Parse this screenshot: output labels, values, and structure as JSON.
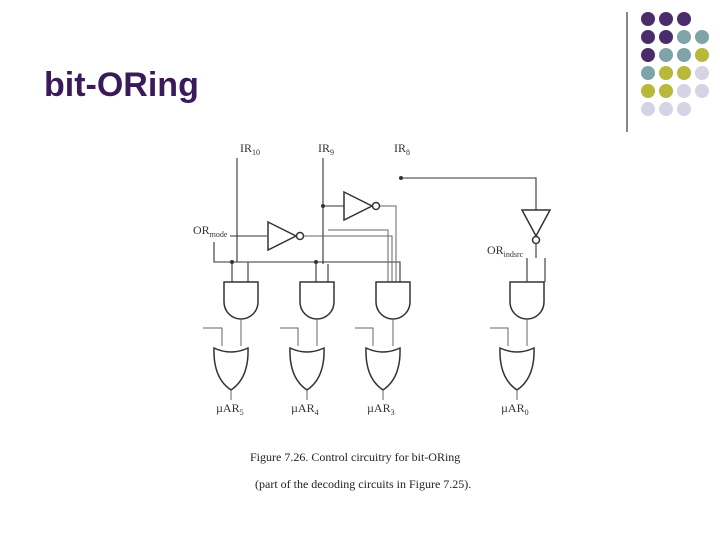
{
  "slide": {
    "title": "bit-ORing"
  },
  "decor": {
    "colors": {
      "purple": "#4b2c6b",
      "teal": "#7fa3a6",
      "olive": "#b8b83a",
      "lavender": "#d6d3e6"
    },
    "grid": [
      [
        "purple",
        "purple",
        "purple"
      ],
      [
        "purple",
        "purple",
        "teal",
        "teal"
      ],
      [
        "purple",
        "teal",
        "teal",
        "olive"
      ],
      [
        "teal",
        "olive",
        "olive",
        "lavender"
      ],
      [
        "olive",
        "olive",
        "lavender",
        "lavender"
      ],
      [
        "lavender",
        "lavender",
        "lavender"
      ]
    ]
  },
  "figure": {
    "inputs": {
      "ir10": {
        "main": "IR",
        "sub": "10"
      },
      "ir9": {
        "main": "IR",
        "sub": "9"
      },
      "ir8": {
        "main": "IR",
        "sub": "8"
      },
      "ormode": {
        "main": "OR",
        "sub": "mode"
      },
      "orindsrc": {
        "main": "OR",
        "sub": "indsrc"
      }
    },
    "outputs": {
      "uar5": {
        "main": "µAR",
        "sub": "5"
      },
      "uar4": {
        "main": "µAR",
        "sub": "4"
      },
      "uar3": {
        "main": "µAR",
        "sub": "3"
      },
      "uar0": {
        "main": "µAR",
        "sub": "0"
      }
    },
    "caption_line1": "Figure 7.26.    Control circuitry for bit-ORing",
    "caption_line2": "(part of the decoding circuits in Figure 7.25)."
  }
}
